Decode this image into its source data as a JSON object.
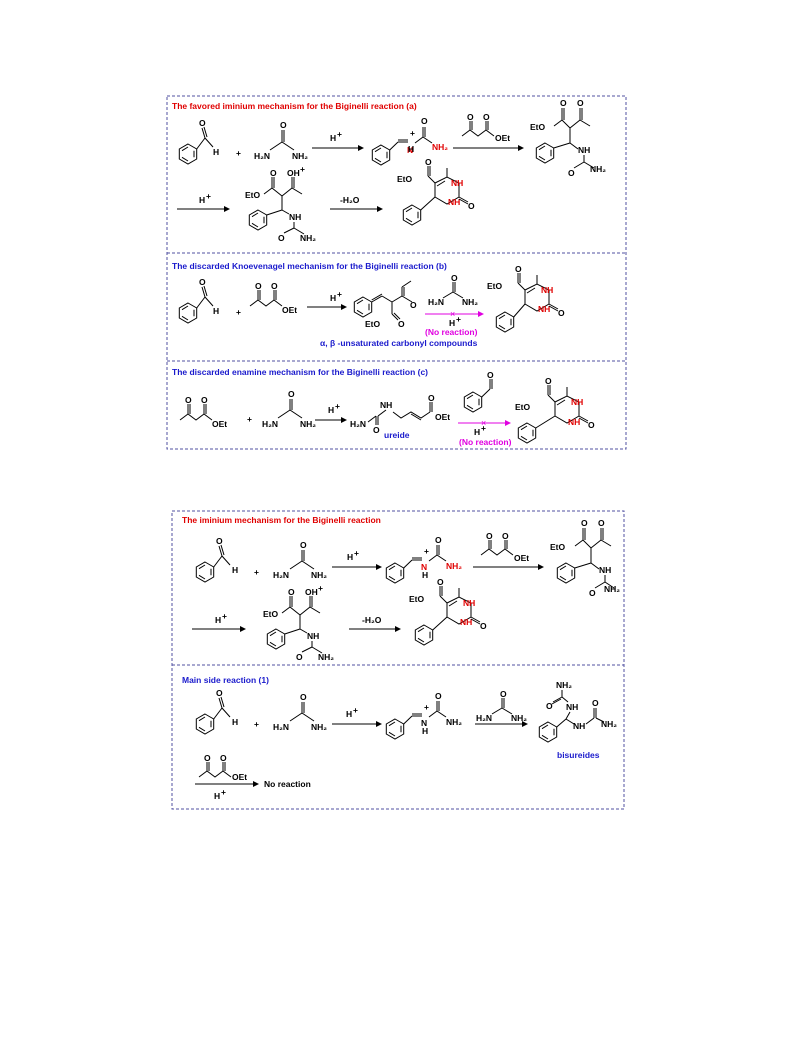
{
  "panel1": {
    "title_a": "The favored iminium mechanism for the Biginelli reaction (a)",
    "title_b": "The discarded Knoevenagel mechanism for the Biginelli reaction (b)",
    "title_c": "The discarded enamine mechanism for the Biginelli reaction (c)",
    "hplus": "H",
    "plus": "+",
    "h2o": "-H₂O",
    "no_reaction": "(No reaction)",
    "ab_label": "α, β   -unsaturated carbonyl compounds",
    "ureide": "ureide"
  },
  "panel2": {
    "title_main": "The iminium mechanism for the Biginelli reaction",
    "title_side": "Main side reaction (1)",
    "h2o": "-H₂O",
    "bisureides": "bisureides",
    "no_reaction": "No reaction",
    "hplus": "H"
  },
  "atoms": {
    "H": "H",
    "O": "O",
    "NH": "NH",
    "NH2": "NH₂",
    "H2N": "H₂N",
    "OEt": "OEt",
    "EtO": "EtO",
    "OHplus": "OH",
    "N": "N"
  },
  "colors": {
    "red": "#e00000",
    "blue": "#1a1acc",
    "magenta": "#e000e0",
    "frame": "#5050a0"
  }
}
